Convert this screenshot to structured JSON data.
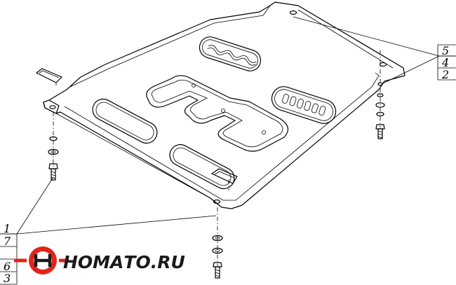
{
  "brand": {
    "name": "НОМАТО.RU",
    "colors": {
      "red": "#e2231a",
      "dark": "#1a1a1a"
    }
  },
  "callouts": {
    "right": [
      "5",
      "4",
      "2"
    ],
    "left": [
      "1",
      "7",
      "6",
      "3"
    ]
  },
  "icons": [
    "logo-wheel-icon"
  ]
}
